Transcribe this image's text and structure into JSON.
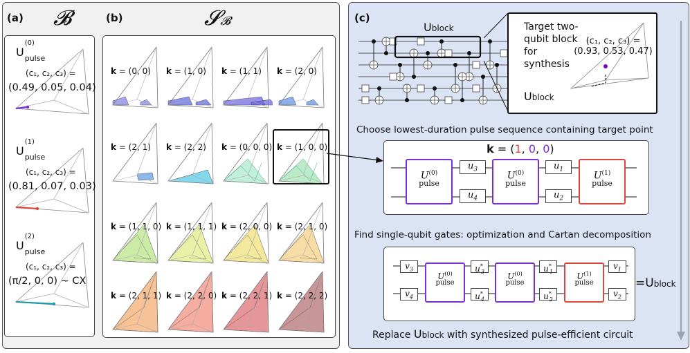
{
  "panel_a": {
    "label": "(a)",
    "title": "𝓑",
    "items": [
      {
        "u": "U",
        "sup": "(0)",
        "sub": "pulse",
        "coords_label": "(c₁, c₂, c₃) =",
        "coords_value": "(0.49, 0.05, 0.04)",
        "color": "#7a2fd4"
      },
      {
        "u": "U",
        "sup": "(1)",
        "sub": "pulse",
        "coords_label": "(c₁, c₂, c₃) =",
        "coords_value": "(0.81, 0.07, 0.03)",
        "color": "#d9463e"
      },
      {
        "u": "U",
        "sup": "(2)",
        "sub": "pulse",
        "coords_label": "(c₁, c₂, c₃) =",
        "coords_value": "(π/2, 0, 0) ~ CX",
        "color": "#1f9aa5"
      }
    ]
  },
  "panel_b": {
    "label": "(b)",
    "title": "𝓢",
    "title_sub": "𝓑",
    "k_prefix": "k",
    "cells": [
      {
        "k": "= (0, 0)",
        "color": "#7b7fe6"
      },
      {
        "k": "= (1, 0)",
        "color": "#5a63e0"
      },
      {
        "k": "= (1, 1)",
        "color": "#6a5fe3"
      },
      {
        "k": "= (2, 0)",
        "color": "#5a8fe8"
      },
      {
        "k": "= (2, 1)",
        "color": "#5b9be6"
      },
      {
        "k": "= (2, 2)",
        "color": "#59cbe8"
      },
      {
        "k": "= (0, 0, 0)",
        "color": "#8fe0c0"
      },
      {
        "k": "= (1, 0, 0)",
        "color": "#86d99a"
      },
      {
        "k": "= (1, 1, 0)",
        "color": "#a8dd6c"
      },
      {
        "k": "= (1, 1, 1)",
        "color": "#d8e86a"
      },
      {
        "k": "= (2, 0, 0)",
        "color": "#ecd95a"
      },
      {
        "k": "= (2, 1, 0)",
        "color": "#f2c46a"
      },
      {
        "k": "= (2, 1, 1)",
        "color": "#f2a86a"
      },
      {
        "k": "= (2, 2, 0)",
        "color": "#f08a78"
      },
      {
        "k": "= (2, 2, 1)",
        "color": "#dc6a6e"
      },
      {
        "k": "= (2, 2, 2)",
        "color": "#b06a6a"
      }
    ]
  },
  "panel_c": {
    "label": "(c)",
    "u_block": "U",
    "u_block_sub": "block",
    "target_text_1": "Target two-",
    "target_text_2": "qubit block",
    "target_text_3": "for",
    "target_text_4": "synthesis",
    "target_coords_label": "(c₁, c₂, c₃) =",
    "target_coords_value": "(0.93, 0.53, 0.47)",
    "caption1": "Choose lowest-duration pulse sequence containing target point",
    "k_prefix": "k",
    "k_eq": " = (",
    "k_vals": [
      "1",
      "0",
      "0"
    ],
    "k_colors": [
      "#d9463e",
      "#7a2fd4",
      "#7a2fd4"
    ],
    "k_close": ")",
    "seq_gates": {
      "u3": "u",
      "u3s": "3",
      "u4": "u",
      "u4s": "4",
      "u1": "u",
      "u1s": "1",
      "u2": "u",
      "u2s": "2"
    },
    "pulse": {
      "u": "U",
      "sub": "pulse",
      "sup0": "(0)",
      "sup1": "(1)"
    },
    "caption2": "Find single-qubit gates: optimization and Cartan decomposition",
    "final_gates": {
      "v3": "v",
      "v3s": "3",
      "v4": "v",
      "v4s": "4",
      "u3": "u",
      "u3s": "3",
      "u4": "u",
      "u4s": "4",
      "u1": "u",
      "u1s": "1",
      "u2": "u",
      "u2s": "2",
      "v1": "v",
      "v1s": "1",
      "v2": "v",
      "v2s": "2",
      "star": "*"
    },
    "equals": "=",
    "caption3_pre": "Replace",
    "caption3_post": "with synthesized pulse-efficient circuit"
  }
}
